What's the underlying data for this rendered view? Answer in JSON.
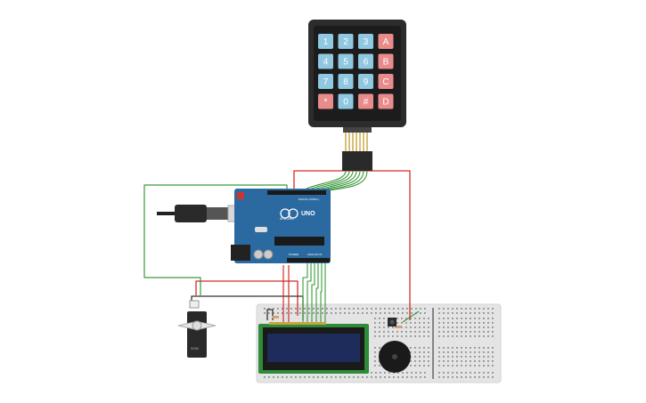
{
  "keypad": {
    "keys": [
      {
        "label": "1",
        "kind": "num"
      },
      {
        "label": "2",
        "kind": "num"
      },
      {
        "label": "3",
        "kind": "num"
      },
      {
        "label": "A",
        "kind": "fn"
      },
      {
        "label": "4",
        "kind": "num"
      },
      {
        "label": "5",
        "kind": "num"
      },
      {
        "label": "6",
        "kind": "num"
      },
      {
        "label": "B",
        "kind": "fn"
      },
      {
        "label": "7",
        "kind": "num"
      },
      {
        "label": "8",
        "kind": "num"
      },
      {
        "label": "9",
        "kind": "num"
      },
      {
        "label": "C",
        "kind": "fn"
      },
      {
        "label": "*",
        "kind": "fn"
      },
      {
        "label": "0",
        "kind": "num"
      },
      {
        "label": "#",
        "kind": "fn"
      },
      {
        "label": "D",
        "kind": "fn"
      }
    ]
  },
  "arduino": {
    "brand": "ARDUINO",
    "model": "UNO",
    "digital_label": "DIGITAL (PWM~)",
    "power_label": "POWER",
    "analog_label": "ANALOG IN"
  },
  "servo": {
    "label": "SG90"
  },
  "colors": {
    "keypad_body": "#2c2c2c",
    "key_num": "#8fc8e0",
    "key_fn": "#e98b8b",
    "arduino_board": "#2a6aa0",
    "breadboard": "#e5e5e5",
    "lcd_board": "#2e8b3a",
    "lcd_screen": "#1d2c5a",
    "wire_red": "#d22c2c",
    "wire_green": "#3a9a3a",
    "wire_black": "#333333",
    "buzzer": "#1a1a1a"
  }
}
